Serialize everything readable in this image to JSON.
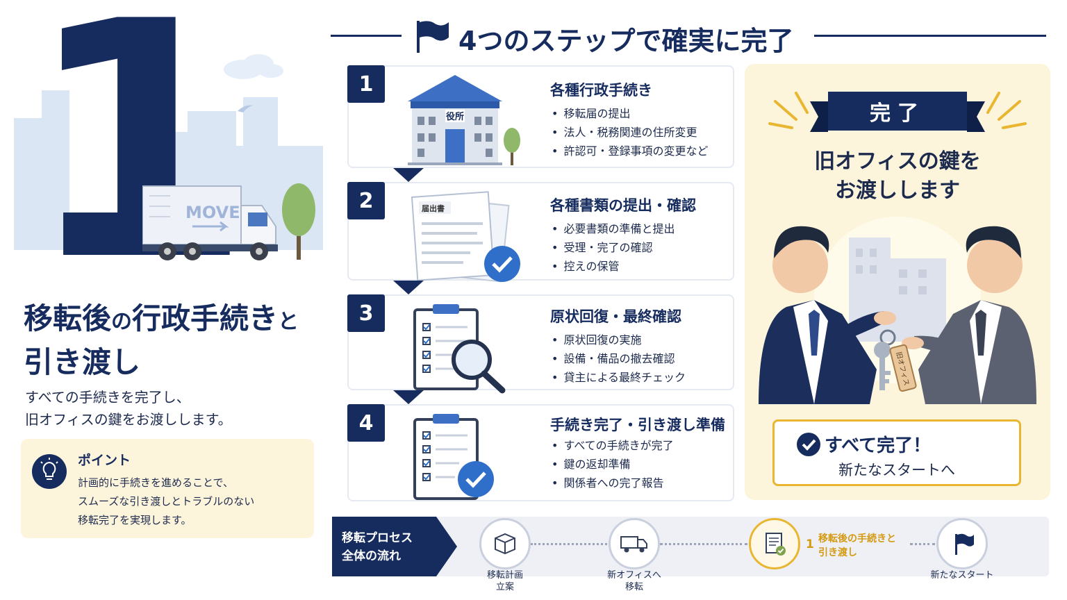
{
  "hero": {
    "big_number": "1",
    "title_part1": "移転後",
    "title_part2": "の",
    "title_part3": "行政手続き",
    "title_part4": "と",
    "title_part5": "引き渡し",
    "subtitle_line1": "すべての手続きを完了し、",
    "subtitle_line2": "旧オフィスの鍵をお渡しします。",
    "truck_text": "MOVE"
  },
  "point": {
    "title": "ポイント",
    "line1": "計画的に手続きを進めることで、",
    "line2": "スムーズな引き渡しとトラブルのない",
    "line3": "移転完了を実現します。"
  },
  "header": {
    "title": "4つのステップで確実に完了"
  },
  "steps": [
    {
      "number": "1",
      "title": "各種行政手続き",
      "image_label": "役所",
      "items": [
        "移転届の提出",
        "法人・税務関連の住所変更",
        "許認可・登録事項の変更など"
      ]
    },
    {
      "number": "2",
      "title": "各種書類の提出・確認",
      "image_label": "届出書",
      "items": [
        "必要書類の準備と提出",
        "受理・完了の確認",
        "控えの保管"
      ]
    },
    {
      "number": "3",
      "title": "原状回復・最終確認",
      "items": [
        "原状回復の実施",
        "設備・備品の撤去確認",
        "貸主による最終チェック"
      ]
    },
    {
      "number": "4",
      "title": "手続き完了・引き渡し準備",
      "items": [
        "すべての手続きが完了",
        "鍵の返却準備",
        "関係者への完了報告"
      ]
    }
  ],
  "complete": {
    "ribbon": "完了",
    "heading_line1": "旧オフィスの鍵を",
    "heading_line2": "お渡しします",
    "tag_label": "旧オフィス",
    "done_main": "すべて完了！",
    "done_sub": "新たなスタートへ"
  },
  "flow": {
    "label_line1": "移転プロセス",
    "label_line2": "全体の流れ",
    "steps": [
      {
        "caption_line1": "移転計画",
        "caption_line2": "立案"
      },
      {
        "caption_line1": "新オフィスへ",
        "caption_line2": "移転"
      },
      {
        "number": "1",
        "caption_line1": "移転後の手続きと",
        "caption_line2": "引き渡し"
      },
      {
        "caption_line1": "新たなスタート"
      }
    ]
  },
  "colors": {
    "navy": "#172c5e",
    "gold": "#e8b630",
    "cream": "#fdf4dc",
    "accent_blue": "#2f6fc9"
  }
}
